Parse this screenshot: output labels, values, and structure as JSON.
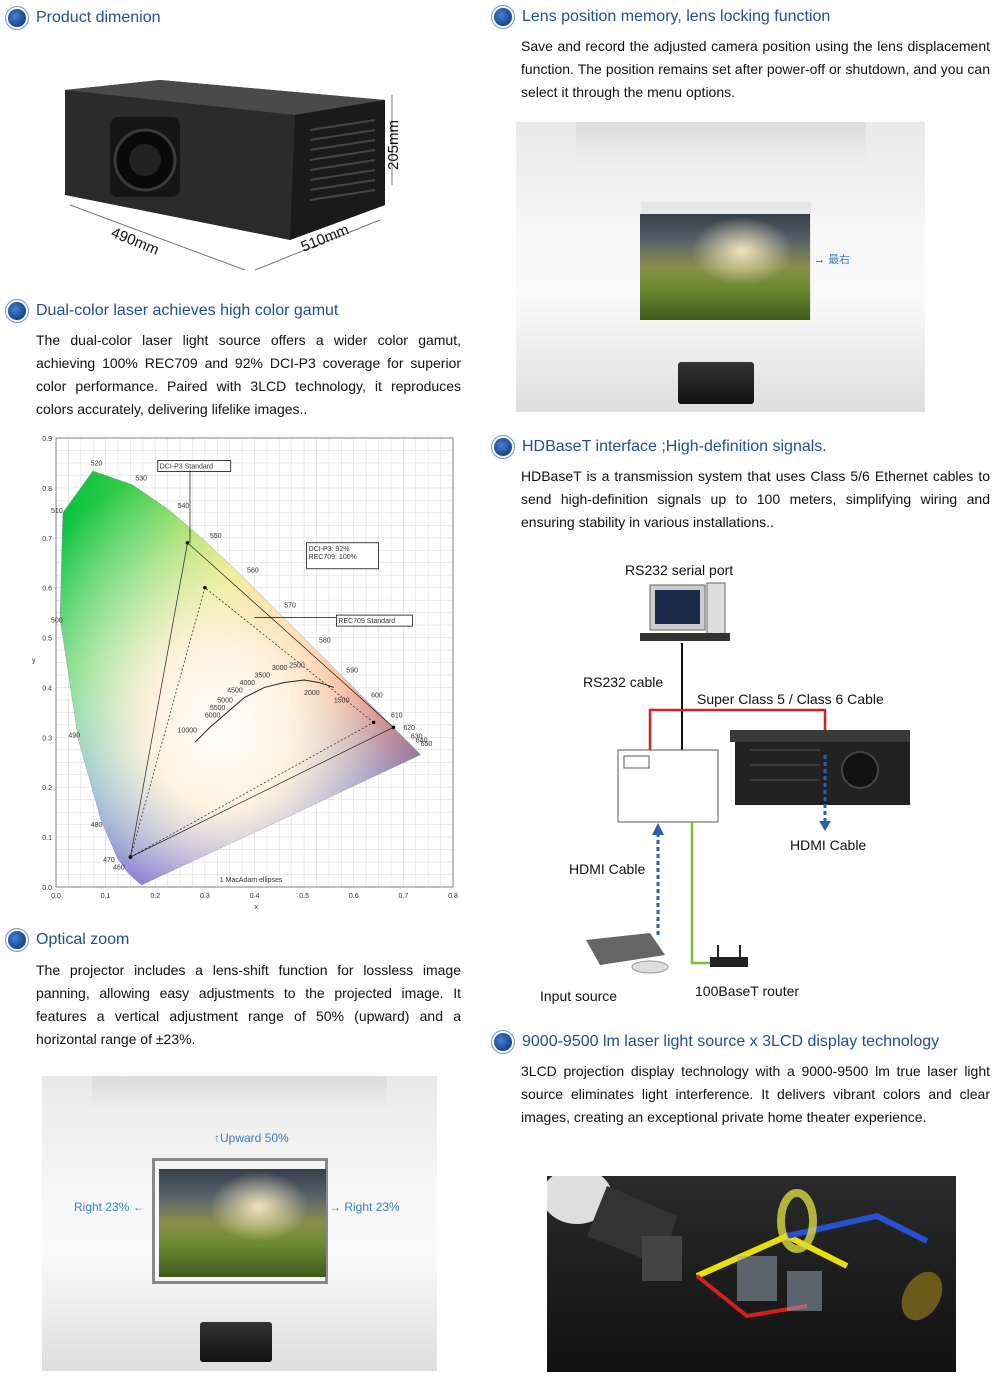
{
  "sections": {
    "dimension": {
      "title": "Product dimenion",
      "dims": {
        "height": "205mm",
        "width": "490mm",
        "depth": "510mm"
      }
    },
    "gamut": {
      "title": "Dual-color laser achieves high color gamut",
      "body": "The dual-color laser light source offers a wider color gamut, achieving 100% REC709 and 92% DCI-P3 coverage for superior color performance. Paired with 3LCD technology, it reproduces colors accurately, delivering lifelike images.."
    },
    "zoom": {
      "title": "Optical zoom",
      "body": "The projector includes a lens-shift function for lossless image panning, allowing easy adjustments to the projected image. It features a vertical adjustment range of 50% (upward) and a horizontal range of ±23%.",
      "labels": {
        "up": "Upward 50%",
        "left": "Right 23%",
        "right": "Right 23%"
      }
    },
    "lens_memory": {
      "title": "Lens position memory, lens locking function",
      "body": "Save and record the adjusted camera position using the lens displacement function. The position remains set after power-off or shutdown, and you can select it through the menu options.",
      "label": "最右"
    },
    "hdbaset": {
      "title": "HDBaseT interface ;High-definition signals.",
      "body": "HDBaseT is a transmission system that uses Class 5/6 Ethernet cables to send high-definition signals up to 100 meters, simplifying wiring and ensuring stability in various installations..",
      "labels": {
        "rs232_port": "RS232 serial port",
        "rs232_cable": "RS232 cable",
        "class_cable": "Super Class 5 / Class 6 Cable",
        "hdmi_cable_left": "HDMI Cable",
        "hdmi_cable_right": "HDMI Cable",
        "input_source": "Input source",
        "router": "100BaseT router"
      }
    },
    "laser": {
      "title": "9000-9500 lm laser light source x 3LCD display technology",
      "body": "3LCD projection display technology with a 9000-9500 lm true laser light source eliminates light interference. It delivers vibrant colors and clear images, creating an exceptional private home theater experience."
    }
  },
  "chart_data": {
    "type": "scatter",
    "xlabel": "x",
    "ylabel": "y",
    "xlim": [
      0.0,
      0.8
    ],
    "ylim": [
      0.0,
      0.9
    ],
    "x_ticks": [
      "0.0",
      "0.1",
      "0.2",
      "0.3",
      "0.4",
      "0.5",
      "0.6",
      "0.7",
      "0.8"
    ],
    "y_ticks": [
      "0.0",
      "0.1",
      "0.2",
      "0.3",
      "0.4",
      "0.5",
      "0.6",
      "0.7",
      "0.8",
      "0.9"
    ],
    "grid": true,
    "wavelength_labels": [
      "460",
      "470",
      "480",
      "490",
      "500",
      "510",
      "520",
      "530",
      "540",
      "550",
      "560",
      "570",
      "580",
      "590",
      "600",
      "610",
      "620",
      "630",
      "640",
      "650"
    ],
    "temperature_labels": [
      "10000",
      "6000",
      "5500",
      "5000",
      "4500",
      "4000",
      "3500",
      "3000",
      "2500",
      "2000",
      "1500"
    ],
    "annotations": {
      "dci_box": "DCI-P3 Standard",
      "coverage_line1": "DCI-P3: 92%",
      "coverage_line2": "REC709: 100%",
      "rec_box": "REC709 Standard",
      "macadam": "1   MacAdam ellipses"
    },
    "series": [
      {
        "name": "DCI-P3 Standard",
        "points": [
          [
            0.68,
            0.32
          ],
          [
            0.265,
            0.69
          ],
          [
            0.15,
            0.06
          ]
        ]
      },
      {
        "name": "REC709 Standard",
        "points": [
          [
            0.64,
            0.33
          ],
          [
            0.3,
            0.6
          ],
          [
            0.15,
            0.06
          ]
        ]
      }
    ],
    "colors": {
      "annotation_red": "#e02020"
    }
  }
}
